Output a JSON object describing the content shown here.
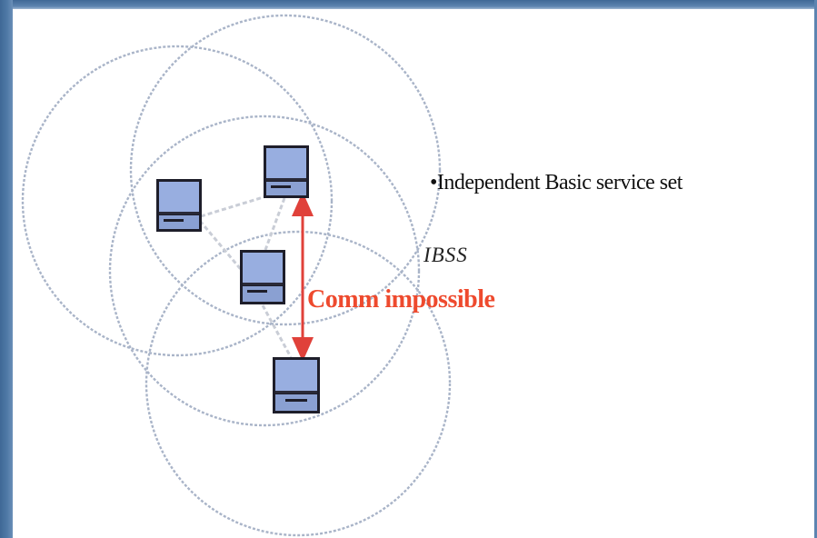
{
  "diagram": {
    "bullet_label": "•Independent Basic service set",
    "ibss_label": "IBSS",
    "comm_label": "Comm impossible",
    "colors": {
      "frame": "#4f79a6",
      "range_circle": "#a9b4c8",
      "link": "#c9cdd6",
      "arrow": "#e0413a",
      "comm_text": "#ee4a2e",
      "station_screen": "#98aee0",
      "station_body": "#1e1e2a"
    },
    "stations": [
      "station-left",
      "station-top",
      "station-center",
      "station-bottom"
    ]
  }
}
